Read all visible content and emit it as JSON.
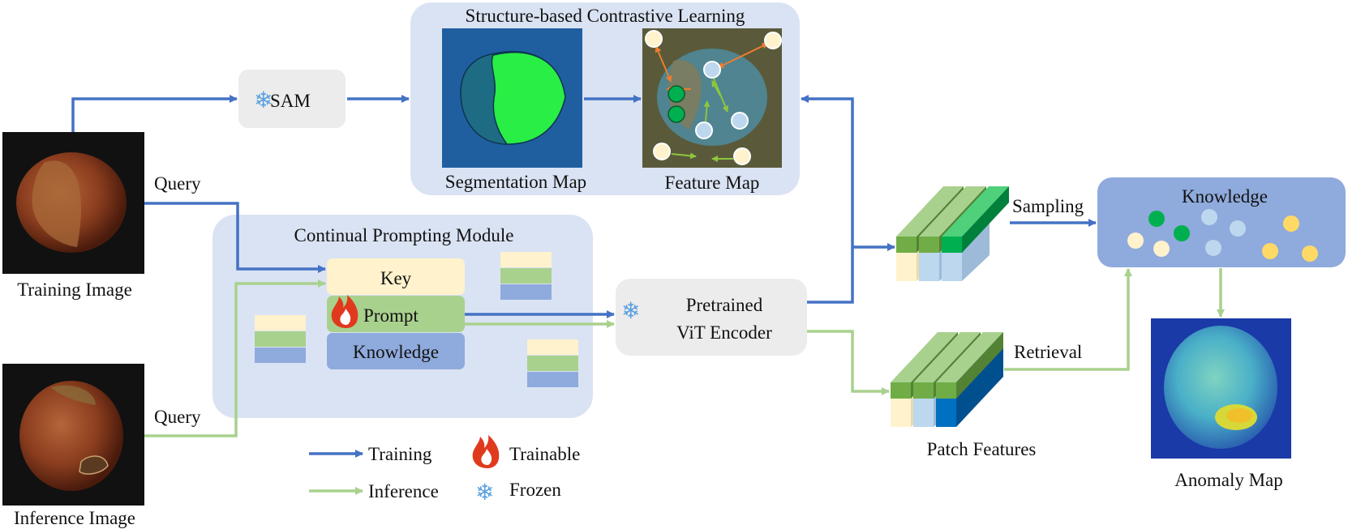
{
  "blocks": {
    "structure_title": "Structure-based Contrastive Learning",
    "segmentation_map": "Segmentation Map",
    "feature_map": "Feature Map",
    "sam": "SAM",
    "prompting_title": "Continual Prompting Module",
    "key": "Key",
    "prompt": "Prompt",
    "knowledge_pool": "Knowledge",
    "encoder_line1": "Pretrained",
    "encoder_line2": "ViT Encoder",
    "knowledge_bank": "Knowledge",
    "anomaly_map": "Anomaly Map",
    "patch_features": "Patch Features"
  },
  "images": {
    "training": "Training Image",
    "inference": "Inference Image"
  },
  "flow": {
    "query_train": "Query",
    "query_infer": "Query",
    "sampling": "Sampling",
    "retrieval": "Retrieval"
  },
  "legend": {
    "training": "Training",
    "inference": "Inference",
    "trainable": "Trainable",
    "frozen": "Frozen"
  },
  "colors": {
    "training_arrow": "#4472c4",
    "inference_arrow": "#a9d18e",
    "module_bg": "#dae3f3",
    "key": "#fff2cc",
    "prompt": "#a9d18e",
    "knowledge": "#8faadc"
  }
}
